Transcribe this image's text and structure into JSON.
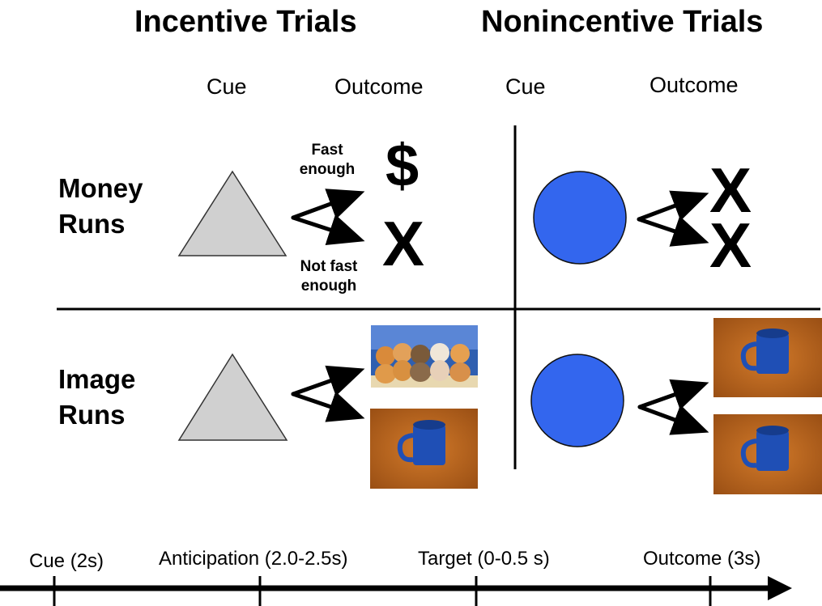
{
  "headers": {
    "incentive_title": "Incentive Trials",
    "nonincentive_title": "Nonincentive Trials",
    "cue_label_left": "Cue",
    "outcome_label_left": "Outcome",
    "cue_label_right": "Cue",
    "outcome_label_right": "Outcome"
  },
  "rows": {
    "money": {
      "line1": "Money",
      "line2": "Runs"
    },
    "image": {
      "line1": "Image",
      "line2": "Runs"
    }
  },
  "money_incentive": {
    "fast_line1": "Fast",
    "fast_line2": "enough",
    "notfast_line1": "Not fast",
    "notfast_line2": "enough",
    "win_symbol": "$",
    "lose_symbol": "X"
  },
  "money_nonincentive": {
    "outcome_top": "X",
    "outcome_bottom": "X"
  },
  "timeline": {
    "events": [
      {
        "label": "Cue (2s)"
      },
      {
        "label": "Anticipation (2.0-2.5s)"
      },
      {
        "label": "Target (0-0.5 s)"
      },
      {
        "label": "Outcome (3s)"
      }
    ]
  },
  "colors": {
    "triangle_fill": "#d0d0d0",
    "circle_fill": "#3366ee",
    "line": "#000000",
    "photo_wood": "#b8641e",
    "photo_kittens_bg": "#2f5fb0",
    "mug": "#1f4fb5"
  },
  "icons": {
    "cue_incentive": "triangle-icon",
    "cue_nonincentive": "circle-icon",
    "image_reward": "kittens-photo",
    "image_neutral": "mug-photo"
  }
}
